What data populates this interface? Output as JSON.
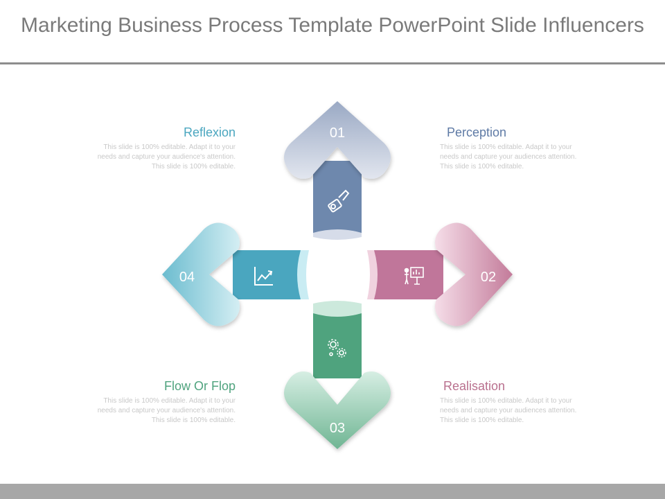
{
  "title": "Marketing Business Process Template PowerPoint Slide Influencers",
  "colors": {
    "reflexion": "#4aa6bf",
    "perception": "#5e7aa5",
    "flow": "#4fa37e",
    "realisation": "#b9708e",
    "body_text": "#c8c8c8",
    "title_text": "#7a7a7a"
  },
  "arrows": [
    {
      "number": "01",
      "icon": "hand-money-icon"
    },
    {
      "number": "02",
      "icon": "presentation-icon"
    },
    {
      "number": "03",
      "icon": "gears-icon"
    },
    {
      "number": "04",
      "icon": "line-chart-icon"
    }
  ],
  "blocks": {
    "reflexion": {
      "heading": "Reflexion",
      "body": "This slide is 100% editable. Adapt it to your needs and capture your audience's attention. This slide is 100% editable."
    },
    "perception": {
      "heading": "Perception",
      "body": "This slide is 100% editable. Adapt it to your needs and capture your audiences attention. This slide is 100% editable."
    },
    "flow": {
      "heading": "Flow Or Flop",
      "body": "This slide is 100% editable. Adapt it to your needs and capture your audience's attention. This slide is 100% editable."
    },
    "realisation": {
      "heading": "Realisation",
      "body": "This slide is 100% editable. Adapt it to your needs and capture your audiences attention. This slide is 100% editable."
    }
  }
}
